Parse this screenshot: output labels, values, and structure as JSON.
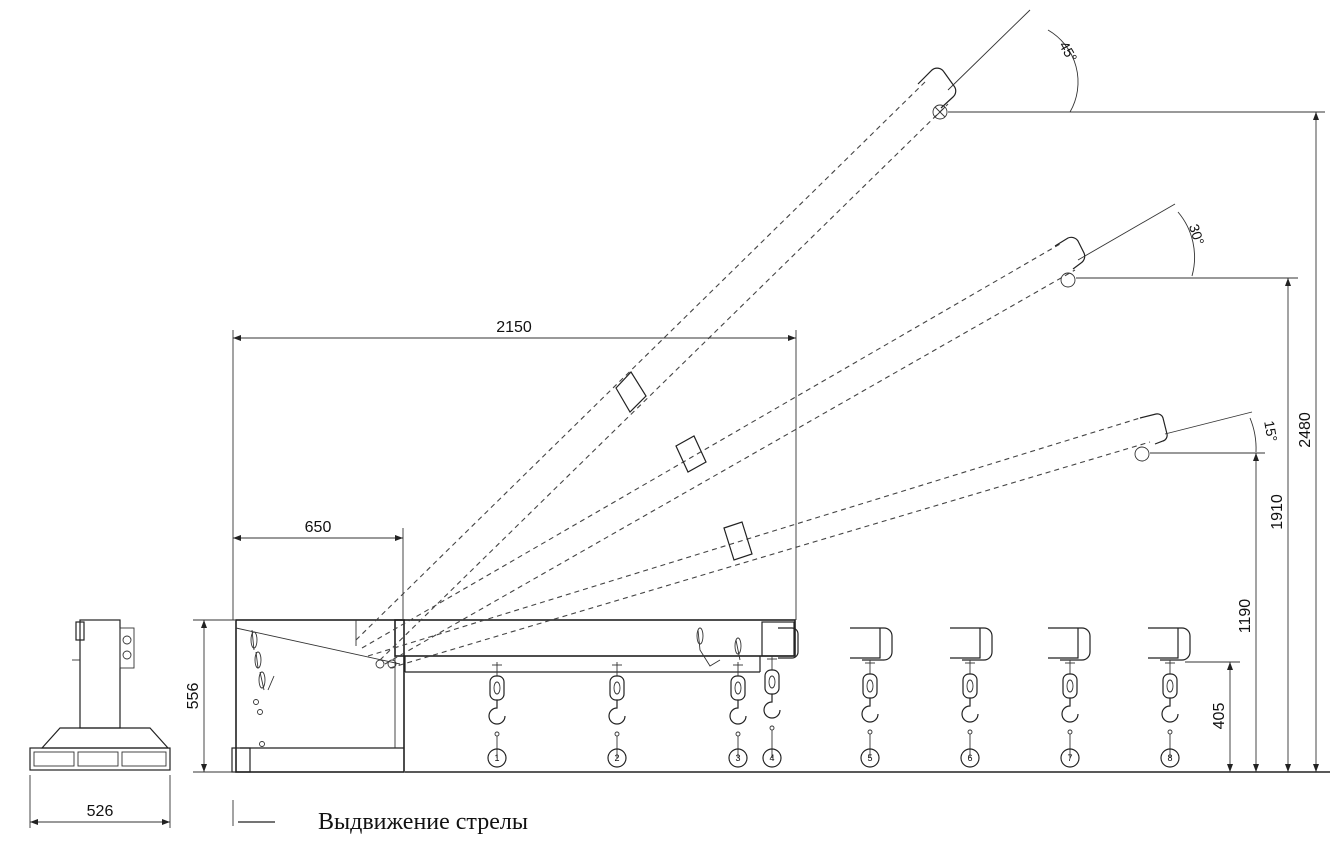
{
  "dimensions": {
    "boom_length": "2150",
    "base_length": "650",
    "base_height": "556",
    "foot_width": "526",
    "hook_height": "405",
    "height_15": "1190",
    "height_30": "1910",
    "height_45": "2480"
  },
  "angles": {
    "a45": "45°",
    "a30": "30°",
    "a15": "15°"
  },
  "hook_positions": [
    "1",
    "2",
    "3",
    "4",
    "5",
    "6",
    "7",
    "8"
  ],
  "legend": {
    "caption": "Выдвижение стрелы"
  }
}
